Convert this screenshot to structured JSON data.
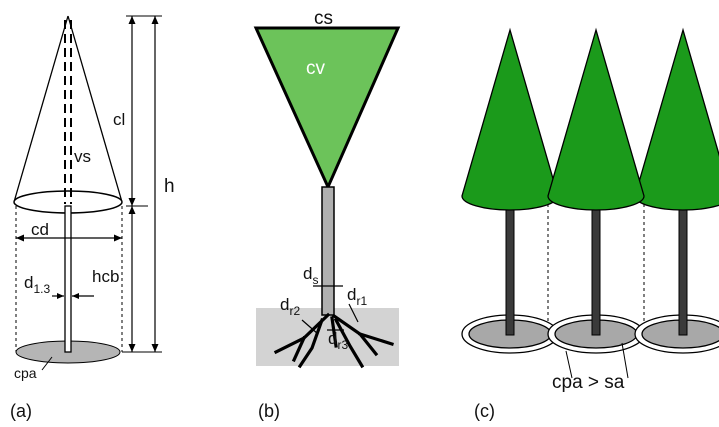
{
  "panel_a": {
    "caption": "(a)",
    "labels": {
      "cl": "cl",
      "vs": "vs",
      "h": "h",
      "cd": "cd",
      "hcb": "hcb",
      "d_main": "d",
      "d_sub": "1.3",
      "cpa": "cpa"
    }
  },
  "panel_b": {
    "caption": "(b)",
    "labels": {
      "cs": "cs",
      "cv": "cv",
      "ds_main": "d",
      "ds_sub": "s",
      "dr1_main": "d",
      "dr1_sub": "r1",
      "dr2_main": "d",
      "dr2_sub": "r2",
      "dr3_main": "d",
      "dr3_sub": "r3"
    }
  },
  "panel_c": {
    "caption": "(c)",
    "relation_label": "cpa > sa"
  },
  "colors": {
    "crown_light_green": "#6cc35a",
    "tree_dark_green": "#1b9a1b",
    "trunk_dark": "#3a3a3a",
    "trunk_gray": "#b0b0b0",
    "ground_gray": "#d3d3d3",
    "cpa_fill": "#b5b5b5",
    "sa_fill": "#a8a8a8"
  }
}
